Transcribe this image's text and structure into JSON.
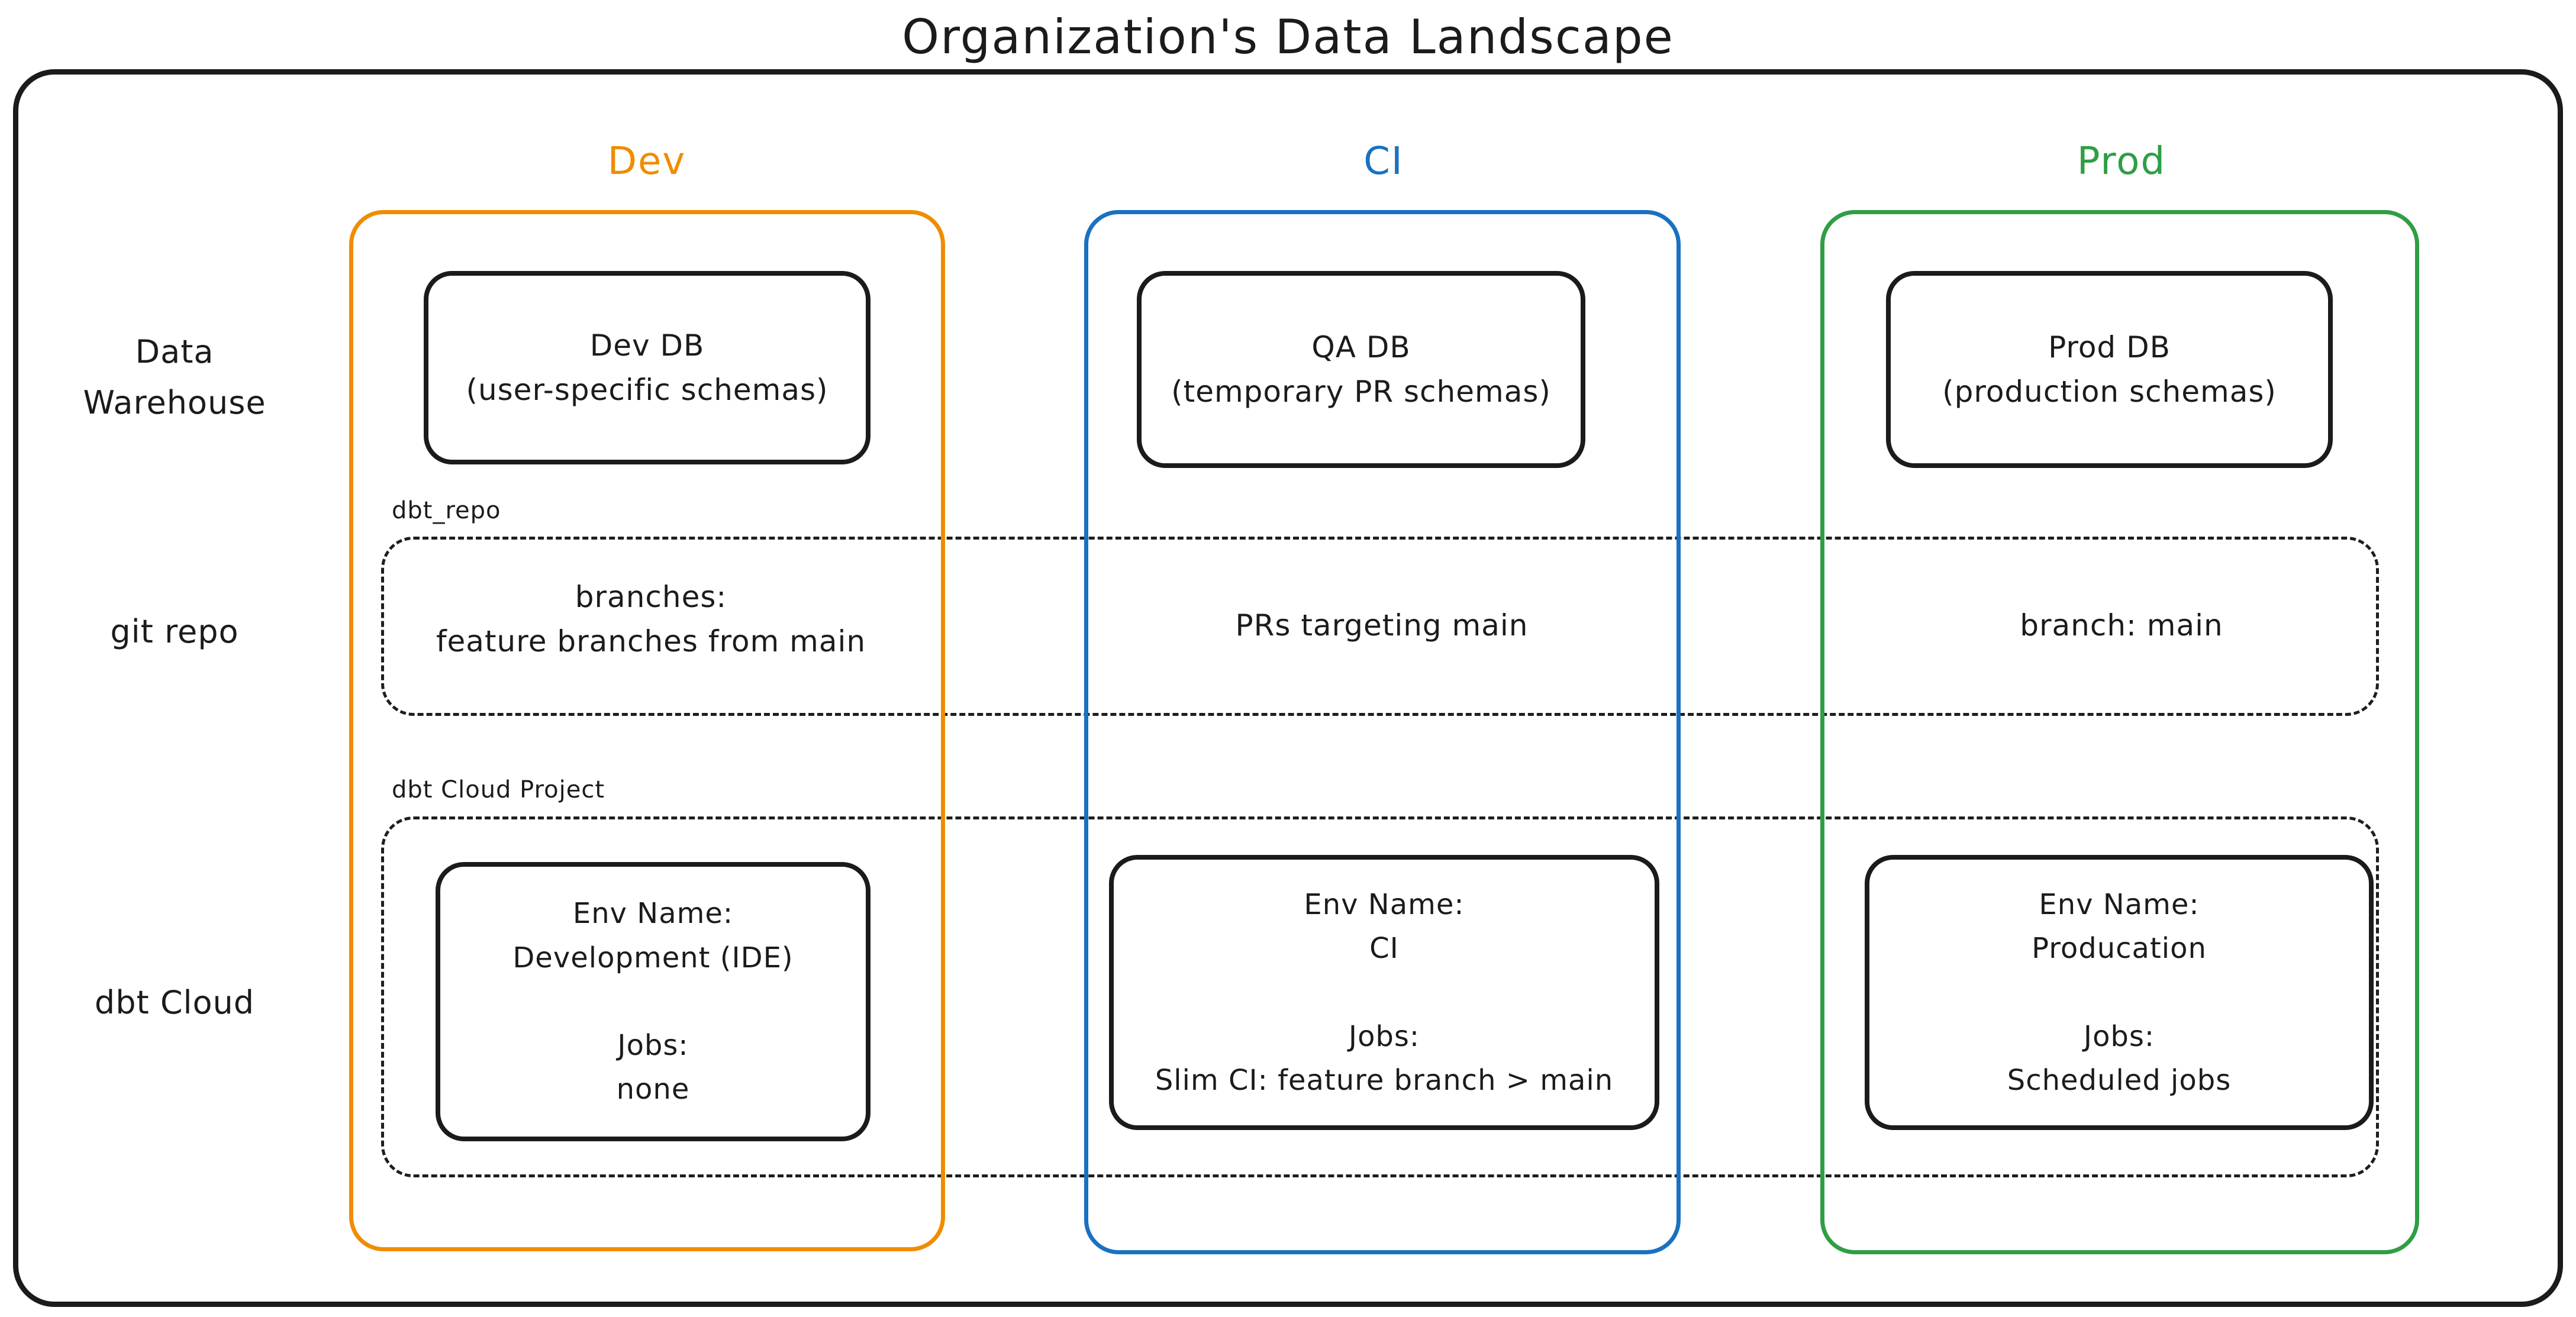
{
  "title": "Organization's Data Landscape",
  "colors": {
    "dev_accent": "#f08c00",
    "ci_accent": "#1971c2",
    "prod_accent": "#2f9e44",
    "ink": "#1b1b1b"
  },
  "row_labels": {
    "warehouse_line1": "Data",
    "warehouse_line2": "Warehouse",
    "repo": "git repo",
    "cloud": "dbt Cloud"
  },
  "band_labels": {
    "repo": "dbt_repo",
    "cloud": "dbt Cloud Project"
  },
  "columns": [
    {
      "header": "Dev",
      "warehouse": {
        "name": "Dev DB",
        "detail": "(user-specific schemas)"
      },
      "repo_lines": [
        "branches:",
        "feature branches from main"
      ],
      "cloud": {
        "env_label": "Env Name:",
        "env_name": "Development (IDE)",
        "jobs_label": "Jobs:",
        "jobs": "none"
      }
    },
    {
      "header": "CI",
      "warehouse": {
        "name": "QA DB",
        "detail": "(temporary PR schemas)"
      },
      "repo_lines": [
        "PRs targeting main"
      ],
      "cloud": {
        "env_label": "Env Name:",
        "env_name": "CI",
        "jobs_label": "Jobs:",
        "jobs": "Slim CI: feature branch > main"
      }
    },
    {
      "header": "Prod",
      "warehouse": {
        "name": "Prod DB",
        "detail": "(production schemas)"
      },
      "repo_lines": [
        "branch: main"
      ],
      "cloud": {
        "env_label": "Env Name:",
        "env_name": "Producation",
        "jobs_label": "Jobs:",
        "jobs": "Scheduled jobs"
      }
    }
  ]
}
